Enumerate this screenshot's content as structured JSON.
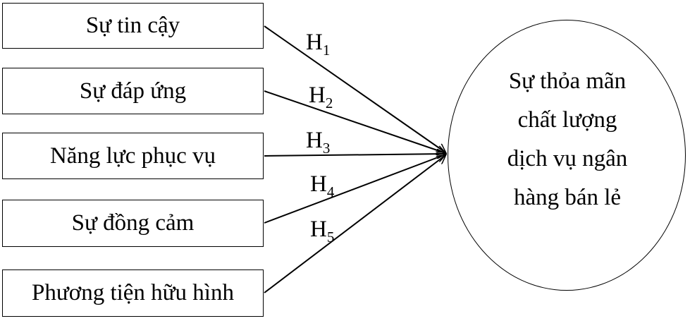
{
  "diagram": {
    "factors": [
      {
        "label": "Sự tin cậy"
      },
      {
        "label": "Sự đáp ứng"
      },
      {
        "label": "Năng lực phục vụ"
      },
      {
        "label": "Sự đồng cảm"
      },
      {
        "label": "Phương tiện hữu hình"
      }
    ],
    "hypotheses": [
      {
        "letter": "H",
        "index": "1"
      },
      {
        "letter": "H",
        "index": "2"
      },
      {
        "letter": "H",
        "index": "3"
      },
      {
        "letter": "H",
        "index": "4"
      },
      {
        "letter": "H",
        "index": "5"
      }
    ],
    "outcome": {
      "lines": [
        "Sự thỏa mãn",
        "chất lượng",
        "dịch vụ ngân",
        "hàng bán lẻ"
      ]
    }
  }
}
